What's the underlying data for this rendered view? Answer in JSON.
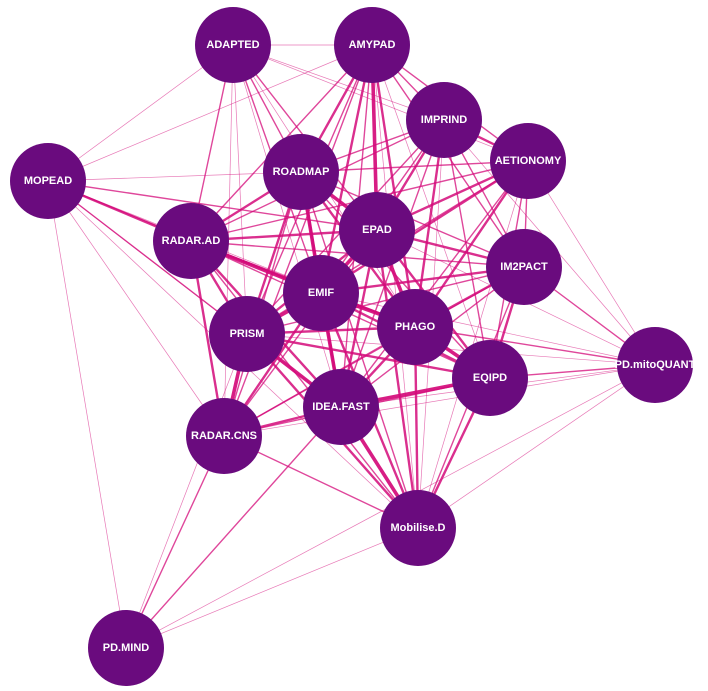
{
  "colors": {
    "node_fill": "#6a0b7e",
    "edge_stroke": "#d40a7a"
  },
  "nodes": [
    {
      "id": "ADAPTED",
      "label": "ADAPTED"
    },
    {
      "id": "AMYPAD",
      "label": "AMYPAD"
    },
    {
      "id": "IMPRIND",
      "label": "IMPRIND"
    },
    {
      "id": "AETIONOMY",
      "label": "AETIONOMY"
    },
    {
      "id": "MOPEAD",
      "label": "MOPEAD"
    },
    {
      "id": "ROADMAP",
      "label": "ROADMAP"
    },
    {
      "id": "EPAD",
      "label": "EPAD"
    },
    {
      "id": "RADAR.AD",
      "label": "RADAR.AD"
    },
    {
      "id": "IM2PACT",
      "label": "IM2PACT"
    },
    {
      "id": "EMIF",
      "label": "EMIF"
    },
    {
      "id": "PHAGO",
      "label": "PHAGO"
    },
    {
      "id": "PRISM",
      "label": "PRISM"
    },
    {
      "id": "PD.mitoQUANT",
      "label": "PD.mitoQUANT"
    },
    {
      "id": "EQIPD",
      "label": "EQIPD"
    },
    {
      "id": "IDEA.FAST",
      "label": "IDEA.FAST"
    },
    {
      "id": "RADAR.CNS",
      "label": "RADAR.CNS"
    },
    {
      "id": "Mobilise.D",
      "label": "Mobilise.D"
    },
    {
      "id": "PD.MIND",
      "label": "PD.MIND"
    }
  ],
  "edges": [
    [
      "ADAPTED",
      "AMYPAD",
      1
    ],
    [
      "ADAPTED",
      "ROADMAP",
      2
    ],
    [
      "ADAPTED",
      "EPAD",
      2
    ],
    [
      "ADAPTED",
      "RADAR.AD",
      2
    ],
    [
      "ADAPTED",
      "EMIF",
      2
    ],
    [
      "ADAPTED",
      "MOPEAD",
      1
    ],
    [
      "ADAPTED",
      "PRISM",
      1
    ],
    [
      "ADAPTED",
      "PHAGO",
      1
    ],
    [
      "ADAPTED",
      "IMPRIND",
      1
    ],
    [
      "ADAPTED",
      "AETIONOMY",
      1
    ],
    [
      "ADAPTED",
      "IDEA.FAST",
      1
    ],
    [
      "ADAPTED",
      "RADAR.CNS",
      1
    ],
    [
      "AMYPAD",
      "ROADMAP",
      3
    ],
    [
      "AMYPAD",
      "EPAD",
      4
    ],
    [
      "AMYPAD",
      "IMPRIND",
      2
    ],
    [
      "AMYPAD",
      "EMIF",
      3
    ],
    [
      "AMYPAD",
      "RADAR.AD",
      2
    ],
    [
      "AMYPAD",
      "PHAGO",
      3
    ],
    [
      "AMYPAD",
      "AETIONOMY",
      2
    ],
    [
      "AMYPAD",
      "IM2PACT",
      2
    ],
    [
      "AMYPAD",
      "PRISM",
      2
    ],
    [
      "AMYPAD",
      "IDEA.FAST",
      2
    ],
    [
      "AMYPAD",
      "EQIPD",
      1
    ],
    [
      "AMYPAD",
      "MOPEAD",
      1
    ],
    [
      "AMYPAD",
      "Mobilise.D",
      1
    ],
    [
      "AMYPAD",
      "RADAR.CNS",
      2
    ],
    [
      "IMPRIND",
      "ROADMAP",
      2
    ],
    [
      "IMPRIND",
      "EPAD",
      3
    ],
    [
      "IMPRIND",
      "AETIONOMY",
      3
    ],
    [
      "IMPRIND",
      "PHAGO",
      3
    ],
    [
      "IMPRIND",
      "IM2PACT",
      2
    ],
    [
      "IMPRIND",
      "EMIF",
      2
    ],
    [
      "IMPRIND",
      "RADAR.AD",
      2
    ],
    [
      "IMPRIND",
      "EQIPD",
      2
    ],
    [
      "IMPRIND",
      "PRISM",
      2
    ],
    [
      "IMPRIND",
      "IDEA.FAST",
      2
    ],
    [
      "IMPRIND",
      "Mobilise.D",
      1
    ],
    [
      "IMPRIND",
      "PD.mitoQUANT",
      1
    ],
    [
      "AETIONOMY",
      "EPAD",
      3
    ],
    [
      "AETIONOMY",
      "IM2PACT",
      2
    ],
    [
      "AETIONOMY",
      "PHAGO",
      3
    ],
    [
      "AETIONOMY",
      "ROADMAP",
      2
    ],
    [
      "AETIONOMY",
      "EMIF",
      3
    ],
    [
      "AETIONOMY",
      "EQIPD",
      2
    ],
    [
      "AETIONOMY",
      "PRISM",
      2
    ],
    [
      "AETIONOMY",
      "PD.mitoQUANT",
      1
    ],
    [
      "AETIONOMY",
      "RADAR.AD",
      2
    ],
    [
      "AETIONOMY",
      "IDEA.FAST",
      2
    ],
    [
      "AETIONOMY",
      "Mobilise.D",
      1
    ],
    [
      "MOPEAD",
      "ROADMAP",
      1
    ],
    [
      "MOPEAD",
      "RADAR.AD",
      3
    ],
    [
      "MOPEAD",
      "EPAD",
      2
    ],
    [
      "MOPEAD",
      "EMIF",
      2
    ],
    [
      "MOPEAD",
      "PRISM",
      2
    ],
    [
      "MOPEAD",
      "RADAR.CNS",
      1
    ],
    [
      "MOPEAD",
      "PD.MIND",
      1
    ],
    [
      "MOPEAD",
      "IDEA.FAST",
      1
    ],
    [
      "MOPEAD",
      "Mobilise.D",
      1
    ],
    [
      "MOPEAD",
      "PHAGO",
      1
    ],
    [
      "ROADMAP",
      "EPAD",
      4
    ],
    [
      "ROADMAP",
      "RADAR.AD",
      3
    ],
    [
      "ROADMAP",
      "EMIF",
      4
    ],
    [
      "ROADMAP",
      "PRISM",
      3
    ],
    [
      "ROADMAP",
      "PHAGO",
      3
    ],
    [
      "ROADMAP",
      "IM2PACT",
      2
    ],
    [
      "ROADMAP",
      "IDEA.FAST",
      3
    ],
    [
      "ROADMAP",
      "EQIPD",
      2
    ],
    [
      "ROADMAP",
      "RADAR.CNS",
      2
    ],
    [
      "ROADMAP",
      "Mobilise.D",
      2
    ],
    [
      "EPAD",
      "RADAR.AD",
      3
    ],
    [
      "EPAD",
      "EMIF",
      4
    ],
    [
      "EPAD",
      "PHAGO",
      4
    ],
    [
      "EPAD",
      "IM2PACT",
      3
    ],
    [
      "EPAD",
      "PRISM",
      3
    ],
    [
      "EPAD",
      "EQIPD",
      3
    ],
    [
      "EPAD",
      "IDEA.FAST",
      3
    ],
    [
      "EPAD",
      "RADAR.CNS",
      2
    ],
    [
      "EPAD",
      "Mobilise.D",
      3
    ],
    [
      "EPAD",
      "PD.mitoQUANT",
      1
    ],
    [
      "RADAR.AD",
      "EMIF",
      4
    ],
    [
      "RADAR.AD",
      "PRISM",
      3
    ],
    [
      "RADAR.AD",
      "PHAGO",
      3
    ],
    [
      "RADAR.AD",
      "IDEA.FAST",
      3
    ],
    [
      "RADAR.AD",
      "RADAR.CNS",
      3
    ],
    [
      "RADAR.AD",
      "IM2PACT",
      2
    ],
    [
      "RADAR.AD",
      "EQIPD",
      2
    ],
    [
      "RADAR.AD",
      "Mobilise.D",
      2
    ],
    [
      "IM2PACT",
      "PHAGO",
      3
    ],
    [
      "IM2PACT",
      "EMIF",
      3
    ],
    [
      "IM2PACT",
      "EQIPD",
      3
    ],
    [
      "IM2PACT",
      "PD.mitoQUANT",
      2
    ],
    [
      "IM2PACT",
      "PRISM",
      2
    ],
    [
      "IM2PACT",
      "IDEA.FAST",
      2
    ],
    [
      "IM2PACT",
      "Mobilise.D",
      2
    ],
    [
      "IM2PACT",
      "RADAR.CNS",
      2
    ],
    [
      "EMIF",
      "PRISM",
      4
    ],
    [
      "EMIF",
      "PHAGO",
      4
    ],
    [
      "EMIF",
      "IDEA.FAST",
      4
    ],
    [
      "EMIF",
      "EQIPD",
      3
    ],
    [
      "EMIF",
      "RADAR.CNS",
      3
    ],
    [
      "EMIF",
      "Mobilise.D",
      3
    ],
    [
      "EMIF",
      "PD.mitoQUANT",
      1
    ],
    [
      "PHAGO",
      "PRISM",
      3
    ],
    [
      "PHAGO",
      "EQIPD",
      4
    ],
    [
      "PHAGO",
      "IDEA.FAST",
      3
    ],
    [
      "PHAGO",
      "Mobilise.D",
      3
    ],
    [
      "PHAGO",
      "PD.mitoQUANT",
      2
    ],
    [
      "PHAGO",
      "RADAR.CNS",
      2
    ],
    [
      "PRISM",
      "IDEA.FAST",
      4
    ],
    [
      "PRISM",
      "RADAR.CNS",
      4
    ],
    [
      "PRISM",
      "EQIPD",
      3
    ],
    [
      "PRISM",
      "Mobilise.D",
      3
    ],
    [
      "PRISM",
      "PD.MIND",
      1
    ],
    [
      "PRISM",
      "PD.mitoQUANT",
      1
    ],
    [
      "PD.mitoQUANT",
      "EQIPD",
      2
    ],
    [
      "PD.mitoQUANT",
      "IDEA.FAST",
      1
    ],
    [
      "PD.mitoQUANT",
      "Mobilise.D",
      1
    ],
    [
      "PD.mitoQUANT",
      "RADAR.CNS",
      1
    ],
    [
      "PD.mitoQUANT",
      "PD.MIND",
      1
    ],
    [
      "EQIPD",
      "IDEA.FAST",
      4
    ],
    [
      "EQIPD",
      "Mobilise.D",
      3
    ],
    [
      "EQIPD",
      "RADAR.CNS",
      2
    ],
    [
      "IDEA.FAST",
      "RADAR.CNS",
      3
    ],
    [
      "IDEA.FAST",
      "Mobilise.D",
      4
    ],
    [
      "IDEA.FAST",
      "PD.MIND",
      2
    ],
    [
      "RADAR.CNS",
      "Mobilise.D",
      2
    ],
    [
      "RADAR.CNS",
      "PD.MIND",
      2
    ],
    [
      "Mobilise.D",
      "PD.MIND",
      1
    ]
  ]
}
